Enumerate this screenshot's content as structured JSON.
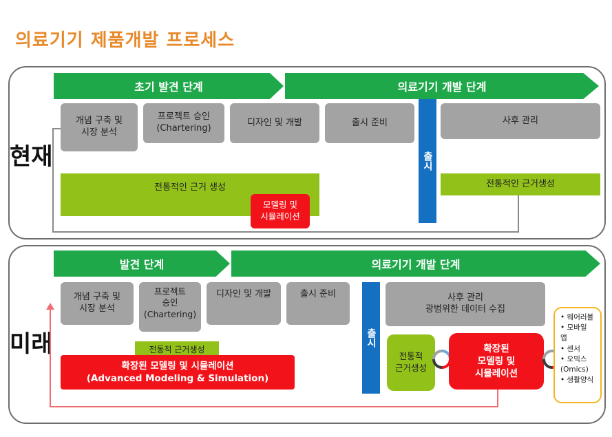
{
  "title": "의료기기 제품개발 프로세스",
  "current": {
    "label": "현재",
    "phases": [
      "초기 발견 단계",
      "의료기기 개발 단계"
    ],
    "steps": [
      "개념 구축 및\n시장 분석",
      "프로젝트 승인\n(Chartering)",
      "디자인 및 개발",
      "출시 준비",
      "사후 관리"
    ],
    "launch": "출시",
    "evidence_left": "전통적인 근거 생성",
    "modeling": "모델링 및\n시뮬레이션",
    "evidence_right": "전통적인 근거생성"
  },
  "future": {
    "label": "미래",
    "phases": [
      "발견 단계",
      "의료기기 개발 단계"
    ],
    "steps": [
      "개념 구축 및\n시장 분석",
      "프로젝트\n승인\n(Chartering)",
      "디자인 및 개발",
      "출시 준비",
      "사후 관리\n광범위한 데이터 수집"
    ],
    "launch": "출시",
    "evidence_small": "전통적 근거생성",
    "advanced": "확장된 모델링 및 시뮬레이션\n(Advanced Modeling & Simulation)",
    "evidence_right": "전통적\n근거생성",
    "modeling_right": "확장된\n모델링 및\n시뮬레이션",
    "sensors": [
      "웨어러블",
      "모바일\n앱",
      "센서",
      "오믹스\n(Omics)",
      "생활양식"
    ]
  }
}
